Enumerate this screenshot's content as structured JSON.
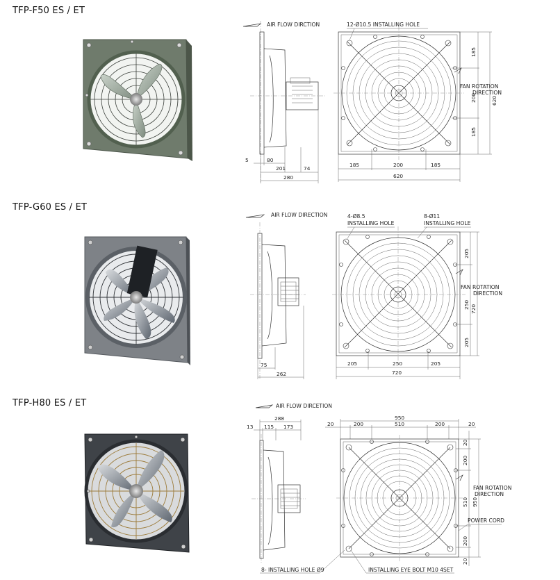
{
  "models": [
    {
      "name": "TFP-F50 ES / ET",
      "airflow_label": "AIR FLOW DIRCTION",
      "hole_label": "12-Ø10.5 INSTALLING HOLE",
      "rotation_label": [
        "FAN ROTATION",
        "DIRECTION"
      ],
      "side_dims": [
        "5",
        "80",
        "201",
        "74",
        "280"
      ],
      "front_dims": [
        "185",
        "200",
        "185",
        "620"
      ],
      "right_dims": [
        "185",
        "200",
        "185",
        "620"
      ]
    },
    {
      "name": "TFP-G60 ES / ET",
      "airflow_label": "AIR FLOW DIRECTION",
      "hole_label_a": [
        "4-Ø8.5",
        "INSTALLING HOLE"
      ],
      "hole_label_b": [
        "8-Ø11",
        "INSTALLING HOLE"
      ],
      "rotation_label": [
        "FAN ROTATION",
        "DIRECTION"
      ],
      "side_dims": [
        "75",
        "262"
      ],
      "front_dims": [
        "205",
        "250",
        "205",
        "720"
      ],
      "right_dims": [
        "205",
        "250",
        "205",
        "720"
      ]
    },
    {
      "name": "TFP-H80 ES / ET",
      "airflow_label": "AIR FLOW DIRCETION",
      "side_dims": [
        "13",
        "288",
        "115",
        "173"
      ],
      "top_dims": [
        "950",
        "20",
        "200",
        "510",
        "200",
        "20"
      ],
      "right_dims": [
        "20",
        "200",
        "510",
        "950",
        "200",
        "20"
      ],
      "rotation_label": [
        "FAN ROTATION",
        "DIRECTION"
      ],
      "power_cord": "POWER CORD",
      "hole_label": "8- INSTALLING HOLE Ø9",
      "eyebolt_label": "INSTALLING EYE BOLT M10 4SET"
    }
  ]
}
